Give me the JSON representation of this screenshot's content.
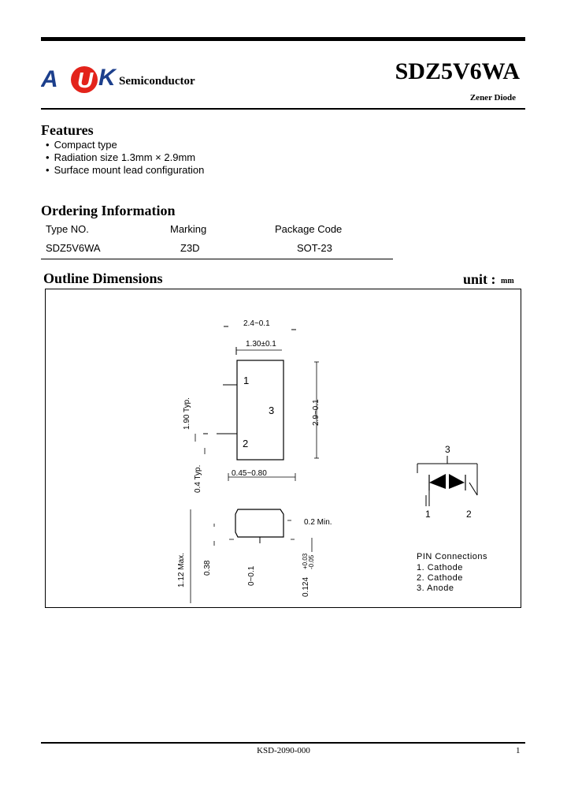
{
  "header": {
    "logo_letters": [
      "A",
      "U",
      "K"
    ],
    "company": "Semiconductor",
    "part_number": "SDZ5V6WA",
    "device_type": "Zener Diode",
    "colors": {
      "logo_circle": "#e3231b",
      "logo_text": "#1c3f8c"
    }
  },
  "features": {
    "title": "Features",
    "items": [
      "Compact type",
      "Radiation size 1.3mm × 2.9mm",
      "Surface mount lead configuration"
    ]
  },
  "ordering": {
    "title": "Ordering Information",
    "columns": [
      "Type NO.",
      "Marking",
      "Package Code"
    ],
    "rows": [
      [
        "SDZ5V6WA",
        "Z3D",
        "SOT-23"
      ]
    ]
  },
  "outline": {
    "title": "Outline Dimensions",
    "unit_label": "unit :",
    "unit_value": "mm",
    "dimensions": {
      "width_overall": "2.4~0.1",
      "body_width": "1.30±0.1",
      "pin_pitch": "1.90 Typ.",
      "body_length": "2.9~0.1",
      "lead_offset": "0.4 Typ.",
      "lead_width": "0.45~0.80",
      "height_max": "1.12 Max.",
      "standoff_a": "0.38",
      "standoff_b": "0~0.1",
      "lead_thickness": "0.124",
      "lead_tol_plus": "+0.03",
      "lead_tol_minus": "-0.05",
      "lead_min": "0.2 Min."
    },
    "pins": [
      "1",
      "2",
      "3"
    ],
    "pin_connections": {
      "title": "PIN Connections",
      "items": [
        "1. Cathode",
        "2. Cathode",
        "3. Anode"
      ]
    }
  },
  "footer": {
    "doc_code": "KSD-2090-000",
    "page": "1"
  }
}
